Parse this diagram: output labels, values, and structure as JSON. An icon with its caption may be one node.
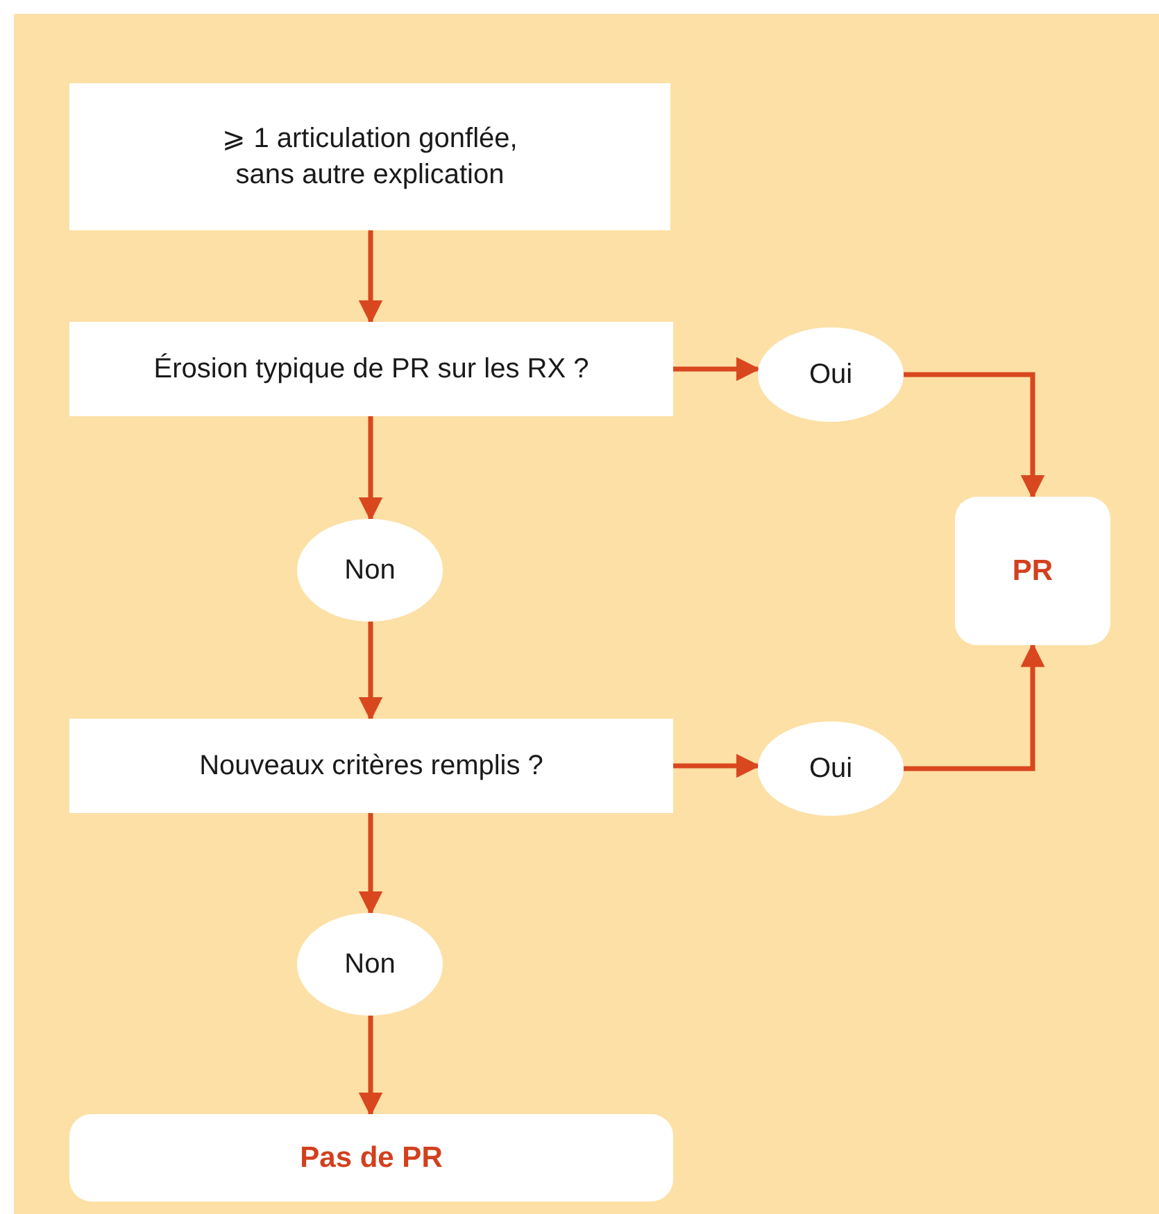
{
  "diagram": {
    "nodes": [
      {
        "text": [
          "⩾ 1 articulation gonflée, sans autre explication"
        ]
      },
      {
        "text": [
          "Érosion typique de PR sur les RX ?"
        ]
      },
      {
        "text": [
          "Oui"
        ]
      },
      {
        "text": [
          "PR"
        ]
      },
      {
        "text": [
          "Non"
        ]
      },
      {
        "text": [
          "Nouveaux critères remplis ?"
        ]
      },
      {
        "text": [
          "Oui"
        ]
      },
      {
        "text": [
          "Non"
        ]
      },
      {
        "text": [
          "Pas de PR"
        ]
      }
    ],
    "edges": [
      {
        "from": 0,
        "to": 1,
        "arrow": "to"
      },
      {
        "from": 1,
        "to": 2,
        "arrow": "to"
      },
      {
        "from": 2,
        "to": 3,
        "arrow": "to"
      },
      {
        "from": 1,
        "to": 4,
        "arrow": "to"
      },
      {
        "from": 4,
        "to": 5,
        "arrow": "to"
      },
      {
        "from": 5,
        "to": 6,
        "arrow": "to"
      },
      {
        "from": 6,
        "to": 3,
        "arrow": "to"
      },
      {
        "from": 5,
        "to": 7,
        "arrow": "to"
      },
      {
        "from": 7,
        "to": 8,
        "arrow": "to"
      }
    ]
  }
}
